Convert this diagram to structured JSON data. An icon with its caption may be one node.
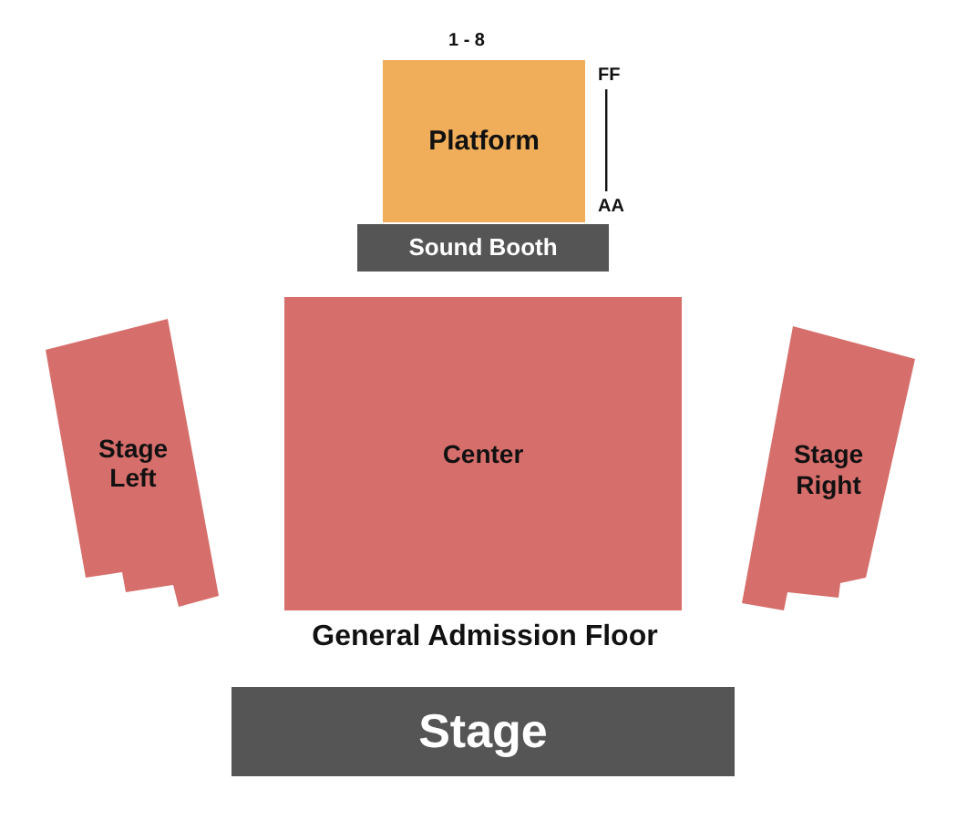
{
  "diagram": {
    "nodes": [
      {
        "text": [
          "Platform"
        ]
      },
      {
        "text": [
          "Sound Booth"
        ]
      },
      {
        "text": [
          "Stage Left"
        ]
      },
      {
        "text": [
          "Center"
        ]
      },
      {
        "text": [
          "Stage Right"
        ]
      },
      {
        "text": [
          "Stage"
        ]
      }
    ],
    "labels": [
      "1 - 8",
      "FF",
      "AA",
      "General Admission Floor"
    ]
  }
}
